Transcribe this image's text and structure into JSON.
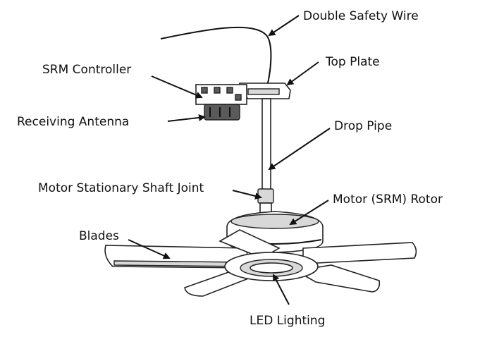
{
  "labels": {
    "double_safety_wire": "Double Safety Wire",
    "top_plate": "Top Plate",
    "srm_controller": "SRM Controller",
    "receiving_antenna": "Receiving Antenna",
    "drop_pipe": "Drop Pipe",
    "motor_stationary_shaft_joint": "Motor Stationary Shaft Joint",
    "motor_srm_rotor": "Motor (SRM) Rotor",
    "blades": "Blades",
    "led_lighting": "LED Lighting"
  },
  "colors": {
    "line": "#111111",
    "background": "#ffffff",
    "metal_shading": "#d8d8d8",
    "dark_part": "#5a5a5a"
  }
}
